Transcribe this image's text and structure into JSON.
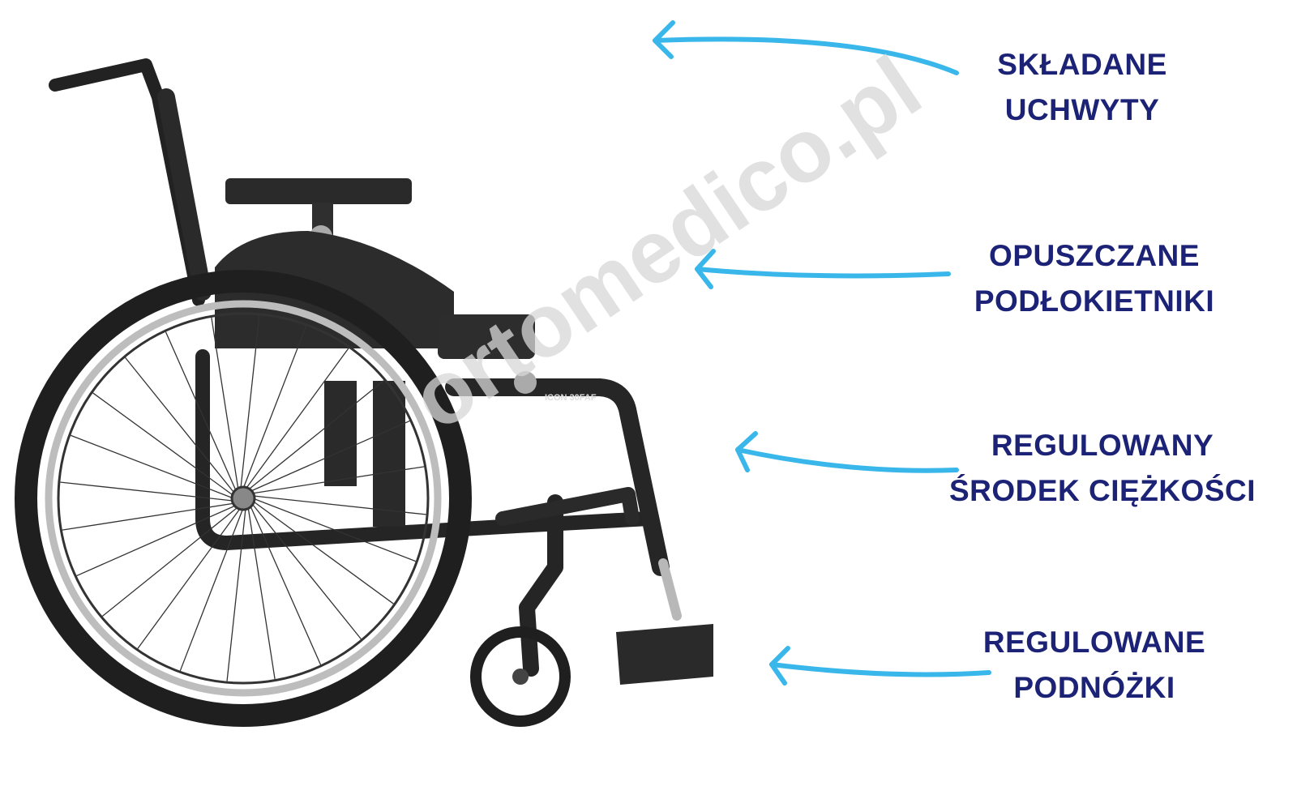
{
  "product": {
    "model_marking": "ICON 30FAF",
    "watermark": "ortomedico.pl"
  },
  "features": [
    {
      "line1": "SKŁADANE",
      "line2": "UCHWYTY"
    },
    {
      "line1": "OPUSZCZANE",
      "line2": "PODŁOKIETNIKI"
    },
    {
      "line1": "REGULOWANY",
      "line2": "ŚRODEK CIĘŻKOŚCI"
    },
    {
      "line1": "REGULOWANE",
      "line2": "PODNÓŻKI"
    }
  ],
  "colors": {
    "text": "#1c2275",
    "arrow": "#3ab7ea",
    "frame": "#222222"
  }
}
